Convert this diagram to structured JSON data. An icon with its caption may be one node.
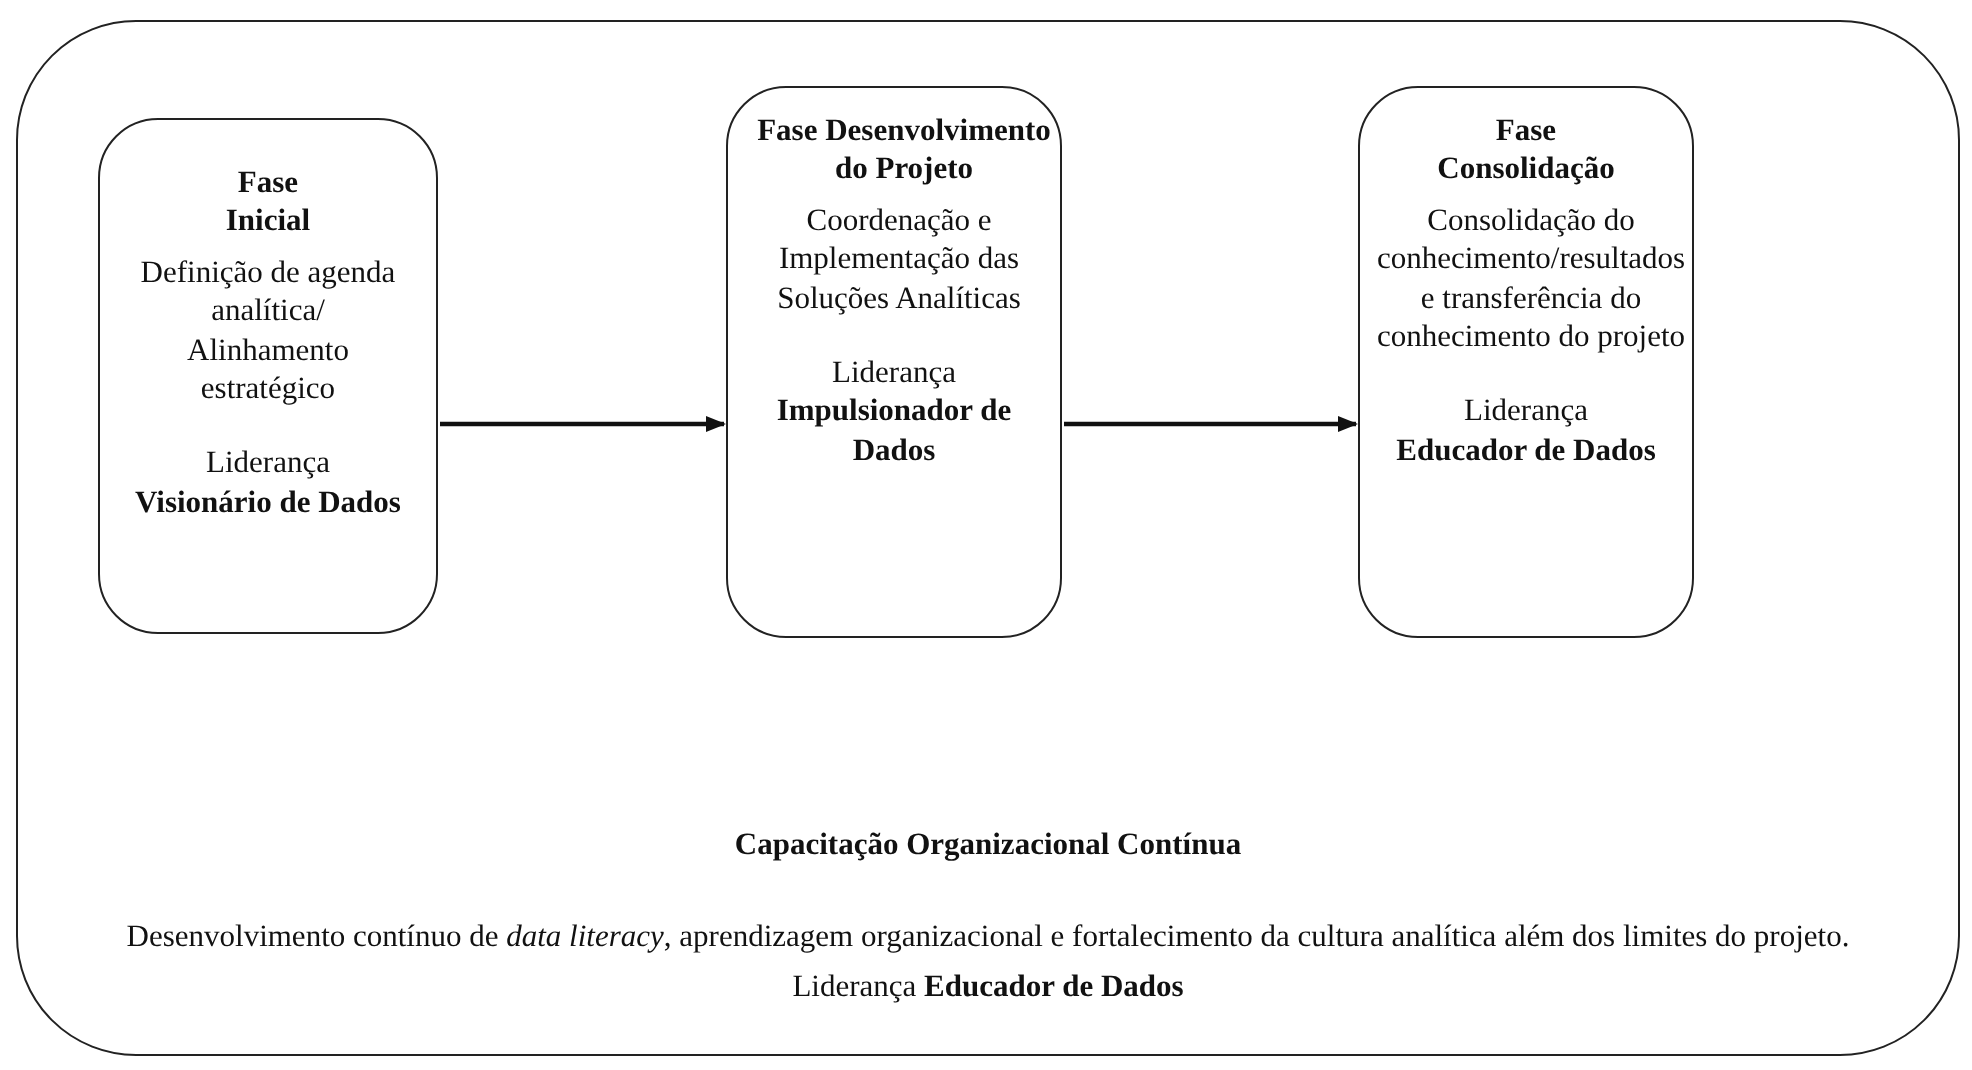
{
  "diagram": {
    "nodes": [
      {
        "text": [
          "Capacitação Organizacional Contínua",
          "Desenvolvimento contínuo de *data literacy*, aprendizagem organizacional e fortalecimento da cultura analítica além dos limites do projeto. Liderança **Educador de Dados**"
        ]
      },
      {
        "text": [
          "Fase Inicial",
          "Definição de agenda analítica/ Alinhamento estratégico",
          "Liderança",
          "Visionário de Dados"
        ],
        "in": 0
      },
      {
        "text": [
          "Fase Desenvolvimento do Projeto",
          "Coordenação e Implementação das Soluções Analíticas",
          "Liderança",
          "Impulsionador de Dados"
        ],
        "in": 0
      },
      {
        "text": [
          "Fase Consolidação",
          "Consolidação do conhecimento/resultados e transferência do conhecimento do projeto",
          "Liderança",
          "Educador de Dados"
        ],
        "in": 0
      }
    ],
    "edges": [
      {
        "from": 1,
        "to": 2,
        "arrow": "to"
      },
      {
        "from": 2,
        "to": 3,
        "arrow": "to"
      }
    ]
  }
}
